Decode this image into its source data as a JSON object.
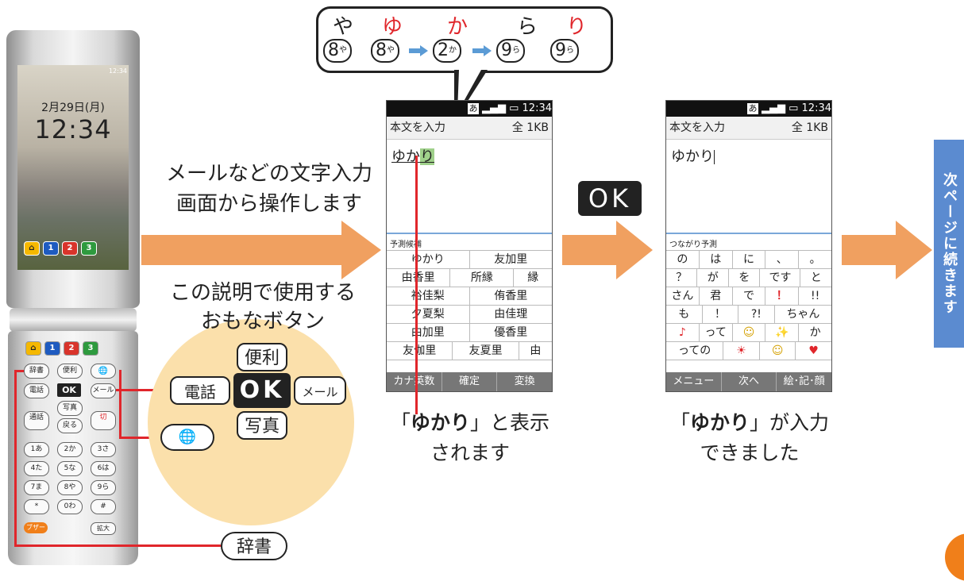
{
  "phone": {
    "status": "12:34",
    "date": "2月29日(月)",
    "time": "12:34",
    "quick_keys": [
      "1",
      "2",
      "3"
    ],
    "keys": {
      "dictionary": "辞書",
      "convenient": "便利",
      "call_left": "電話",
      "ok": "OK",
      "mail": "メール",
      "photo": "写真",
      "call": "通話",
      "back": "戻る",
      "end": "切",
      "buzzer": "ブザー",
      "zoom": "拡大"
    },
    "numpad": [
      "1あ",
      "2か",
      "3さ",
      "4た",
      "5な",
      "6は",
      "7ま",
      "8や",
      "9ら",
      "*",
      "0わ",
      "#"
    ]
  },
  "caption_left": [
    "メールなどの文字入力",
    "画面から操作します"
  ],
  "buttons_caption": [
    "この説明で使用する",
    "おもなボタン"
  ],
  "dpad": {
    "up": "便利",
    "left": "電話",
    "center": "OK",
    "right": "メール",
    "down": "写真"
  },
  "globe_key": "🌐",
  "dict_key": "辞書",
  "callout": {
    "kana": [
      {
        "char": "や",
        "color": "#222222"
      },
      {
        "char": "ゆ",
        "color": "#e0262b"
      },
      {
        "char": "か",
        "color": "#e0262b"
      },
      {
        "char": "ら",
        "color": "#222222"
      },
      {
        "char": "り",
        "color": "#e0262b"
      }
    ],
    "keys": [
      {
        "digit": "8",
        "kana": "や"
      },
      {
        "digit": "8",
        "kana": "や"
      },
      {
        "digit": "2",
        "kana": "か"
      },
      {
        "digit": "9",
        "kana": "ら"
      },
      {
        "digit": "9",
        "kana": "ら"
      }
    ]
  },
  "screen1": {
    "status_mode": "あ",
    "status_time": "12:34",
    "header_left": "本文を入力",
    "header_right": "全 1KB",
    "text_committed": "ゆか",
    "text_active": "り",
    "panel_label": "予測候補",
    "rows": [
      [
        "ゆかり",
        "友加里"
      ],
      [
        "由香里",
        "所縁",
        "縁"
      ],
      [
        "裕佳梨",
        "侑香里"
      ],
      [
        "夕夏梨",
        "由佳理"
      ],
      [
        "由加里",
        "優香里"
      ],
      [
        "友伽里",
        "友夏里",
        "由"
      ]
    ],
    "softkeys": [
      "カナ英数",
      "確定",
      "変換"
    ]
  },
  "screen2": {
    "status_mode": "あ",
    "status_time": "12:34",
    "header_left": "本文を入力",
    "header_right": "全 1KB",
    "text": "ゆかり",
    "panel_label": "つながり予測",
    "rows": [
      [
        "の",
        "は",
        "に",
        "、",
        "。"
      ],
      [
        "？",
        "が",
        "を",
        "です",
        "と"
      ],
      [
        "さん",
        "君",
        "で",
        "！",
        "!!"
      ],
      [
        "も",
        "！",
        "?!",
        "ちゃん"
      ],
      [
        "♪",
        "って",
        "☺",
        "✨",
        "か"
      ],
      [
        "っての",
        "☀",
        "☺",
        "♥"
      ]
    ],
    "softkeys": [
      "メニュー",
      "次へ",
      "絵･記･顔"
    ]
  },
  "ok_label": "OK",
  "result1": {
    "pre": "「",
    "bold": "ゆかり",
    "post": "」と表示",
    "line2": "されます"
  },
  "result2": {
    "pre": "「",
    "bold": "ゆかり",
    "post": "」が入力",
    "line2": "できました"
  },
  "next_page": "次ページに続きます",
  "colors": {
    "orange": "#f0a060",
    "red": "#e0262b",
    "blue": "#5b8bd0",
    "cream": "#fbe0ab"
  }
}
